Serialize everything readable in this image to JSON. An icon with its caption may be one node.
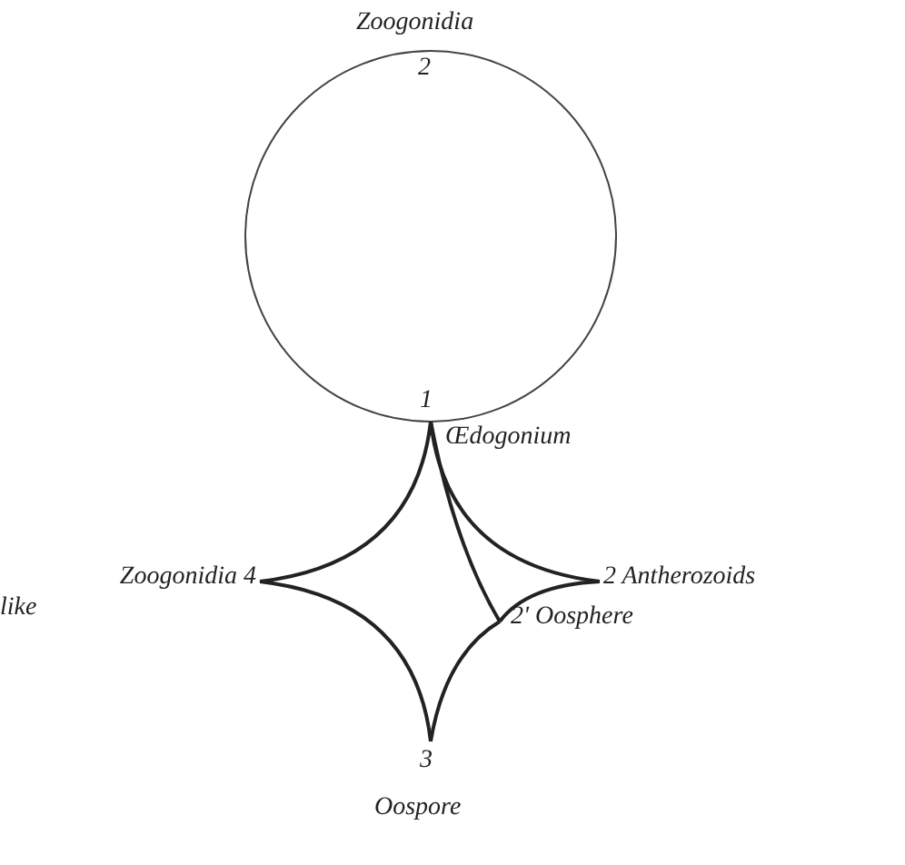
{
  "diagram": {
    "nodes": [
      {
        "text": [
          "2"
        ],
        "beside": [
          "Zoogonidia"
        ]
      },
      {
        "text": [
          "1"
        ],
        "beside": [
          "Œdogonium"
        ]
      },
      {
        "text": [
          "2 Antherozoids"
        ]
      },
      {
        "text": [
          "2' Oosphere"
        ]
      },
      {
        "text": [
          "3"
        ],
        "beside": [
          "Oospore"
        ]
      },
      {
        "text": [
          "Zoogonidia 4"
        ]
      }
    ],
    "edges": [
      {
        "from": 1,
        "to": 0,
        "arrow": "none"
      },
      {
        "from": 1,
        "to": 0,
        "arrow": "none"
      },
      {
        "from": 1,
        "to": 2,
        "arrow": "none"
      },
      {
        "from": 1,
        "to": 3,
        "arrow": "none"
      },
      {
        "from": 2,
        "to": 3,
        "arrow": "none"
      },
      {
        "from": 3,
        "to": 4,
        "arrow": "none"
      },
      {
        "from": 1,
        "to": 5,
        "arrow": "none"
      },
      {
        "from": 5,
        "to": 4,
        "arrow": "none"
      }
    ],
    "labels": [
      "like"
    ]
  }
}
